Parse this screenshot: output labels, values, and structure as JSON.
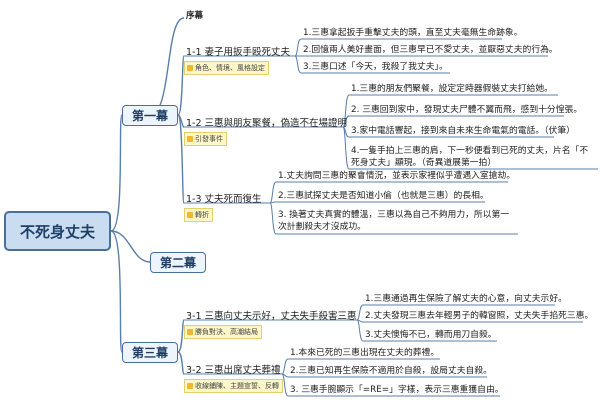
{
  "root": "不死身丈夫",
  "curtain": "序幕",
  "acts": [
    {
      "title": "第一幕",
      "scenes": [
        {
          "title": "1-1 妻子用扳手殴死丈夫",
          "tag": "角色、情境、風格設定",
          "items": [
            "1.三惠拿起扳手重擊丈夫的頭，直至丈夫毫無生命跡象。",
            "2.回憶兩人美好畫面，但三惠早已不愛丈夫，並厭惡丈夫的行為。",
            "3.三惠口述「今天，我殺了我丈夫」。"
          ]
        },
        {
          "title": "1-2 三惠與朋友聚餐，偽造不在場證明",
          "tag": "引發事件",
          "items": [
            "1.三惠的朋友們聚餐，設定定時器假裝丈夫打給她。",
            "2. 三惠回到家中，發現丈夫尸體不翼而飛，感到十分惶張。",
            "3.家中電話響起，接到來自未來生命電氣的電話。（伏筆）",
            "4.一隻手拍上三惠的肩，下一秒便看到已死的丈夫，片名「不死身丈夫」顯現。（奇異道展第一拍）"
          ]
        },
        {
          "title": "1-3 丈夫死而復生",
          "tag": "轉折",
          "items": [
            "1.丈夫詢問三惠的聚會情況，並表示家裡似乎遭遇入室搶劫。",
            "2.三惠試探丈夫是否知道小偷（也就是三惠）的長相。",
            "3. 換著丈夫真實的體溫，三惠以為自己不夠用力，所以第一次計劃殺夫才沒成功。"
          ]
        }
      ]
    },
    {
      "title": "第二幕",
      "scenes": []
    },
    {
      "title": "第三幕",
      "scenes": [
        {
          "title": "3-1 三惠向丈夫示好，丈夫失手殺害三惠",
          "tag": "勝負對決、高潮結局",
          "items": [
            "1.三惠通過再生保險了解丈夫的心意，向丈夫示好。",
            "2.丈夫發現三惠去年輕男子的韓窗照，丈夫失手掐死三惠。",
            "3.丈夫懊悔不已，轉而用刀自殺。"
          ]
        },
        {
          "title": "3-2 三惠出席丈夫葬禮",
          "tag": "收線鋪陳、主題宣誓、反轉",
          "items": [
            "1.本來已死的三惠出現在丈夫的葬禮。",
            "2.三惠已知再生保險不適用於自殺，設局丈夫自殺。",
            "3. 三惠手腕顯示「=RE=」字樣，表示三惠重獲自由。"
          ]
        }
      ]
    }
  ],
  "colors": {
    "branch": "#5a7fa8",
    "root_fill": "#c9dcf0",
    "tag_fill": "#fdf7c8",
    "tag_icon": "#f2b632"
  }
}
